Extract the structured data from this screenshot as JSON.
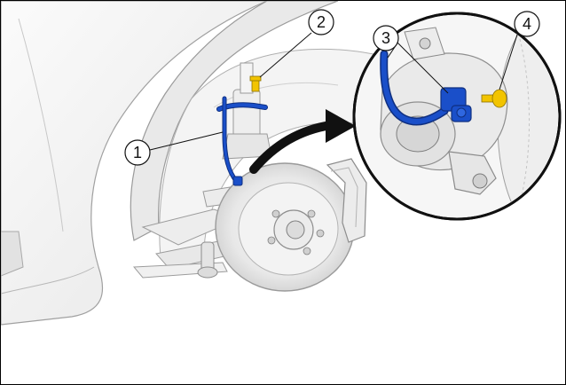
{
  "callouts": [
    {
      "id": "1",
      "label": "1"
    },
    {
      "id": "2",
      "label": "2"
    },
    {
      "id": "3",
      "label": "3"
    },
    {
      "id": "4",
      "label": "4"
    }
  ],
  "colors": {
    "harness": "#1a4fc9",
    "harness_dark": "#0f2f80",
    "bolt": "#f2c400",
    "body": "#f1f1f1",
    "line": "#9a9a9a",
    "arrow": "#111111"
  }
}
